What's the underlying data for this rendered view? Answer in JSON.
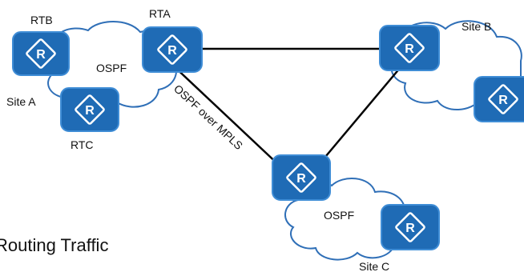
{
  "colors": {
    "router_fill": "#1F6BB5",
    "router_stroke": "#3F8DD6",
    "router_symbol": "#ffffff",
    "cloud_stroke": "#2F6FB7",
    "cloud_fill": "#ffffff",
    "link": "#000000"
  },
  "icons": {
    "router": "router-icon",
    "cloud": "cloud-icon"
  },
  "routers": {
    "rta": {
      "label": "RTA",
      "symbol": "R"
    },
    "rtb": {
      "label": "RTB",
      "symbol": "R"
    },
    "rtc": {
      "label": "RTC",
      "symbol": "R"
    },
    "site_b_top": {
      "symbol": "R"
    },
    "site_b_bottom": {
      "symbol": "R"
    },
    "site_c_top": {
      "symbol": "R"
    },
    "site_c_bottom": {
      "symbol": "R"
    }
  },
  "labels": {
    "ospf_a": "OSPF",
    "ospf_c": "OSPF",
    "site_a": "Site A",
    "site_b": "Site B",
    "site_c": "Site C",
    "ospf_over_mpls": "OSPF over MPLS",
    "routing_traffic": "Routing Traffic"
  }
}
